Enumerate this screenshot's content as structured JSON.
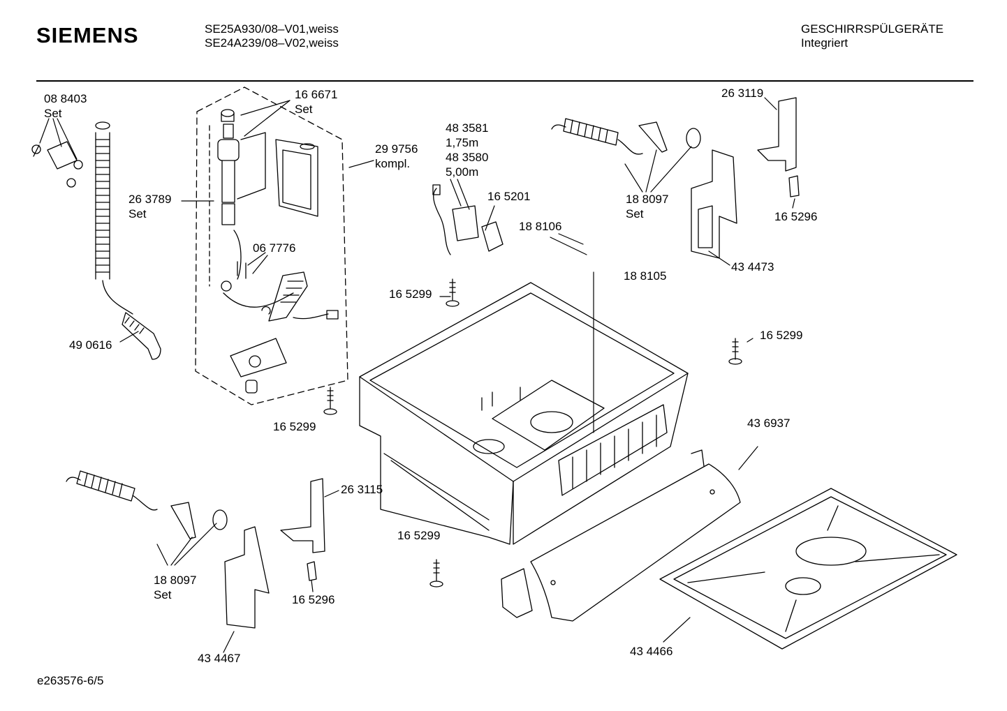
{
  "header": {
    "brand": "SIEMENS",
    "models": [
      "SE25A930/08–V01,weiss",
      "SE24A239/08–V02,weiss"
    ],
    "category": "GESCHIRRSPÜLGERÄTE",
    "subcategory": "Integriert"
  },
  "parts": [
    {
      "id": "p1",
      "number": "08 8403",
      "note": "Set"
    },
    {
      "id": "p2",
      "number": "16 6671",
      "note": "Set"
    },
    {
      "id": "p3",
      "number": "29 9756",
      "note": "kompl."
    },
    {
      "id": "p4",
      "number": "26 3789",
      "note": "Set"
    },
    {
      "id": "p5",
      "number": "06 7776",
      "note": ""
    },
    {
      "id": "p6",
      "number": "49 0616",
      "note": ""
    },
    {
      "id": "p7",
      "number": "48 3581",
      "note": "1,75m"
    },
    {
      "id": "p8",
      "number": "48 3580",
      "note": "5,00m"
    },
    {
      "id": "p9",
      "number": "16 5201",
      "note": ""
    },
    {
      "id": "p10",
      "number": "18 8106",
      "note": ""
    },
    {
      "id": "p11",
      "number": "18 8105",
      "note": ""
    },
    {
      "id": "p12",
      "number": "18 8097",
      "note": "Set"
    },
    {
      "id": "p13",
      "number": "26 3119",
      "note": ""
    },
    {
      "id": "p14",
      "number": "16 5296",
      "note": ""
    },
    {
      "id": "p15",
      "number": "43 4473",
      "note": ""
    },
    {
      "id": "p16",
      "number": "16 5299",
      "note": ""
    },
    {
      "id": "p17",
      "number": "16 5299",
      "note": ""
    },
    {
      "id": "p18",
      "number": "16 5299",
      "note": ""
    },
    {
      "id": "p19",
      "number": "43 6937",
      "note": ""
    },
    {
      "id": "p20",
      "number": "26 3115",
      "note": ""
    },
    {
      "id": "p21",
      "number": "16 5299",
      "note": ""
    },
    {
      "id": "p22",
      "number": "18 8097",
      "note": "Set"
    },
    {
      "id": "p23",
      "number": "16 5296",
      "note": ""
    },
    {
      "id": "p24",
      "number": "43 4467",
      "note": ""
    },
    {
      "id": "p25",
      "number": "43 4466",
      "note": ""
    }
  ],
  "footer": {
    "drawing_id": "e263576-6/5"
  }
}
